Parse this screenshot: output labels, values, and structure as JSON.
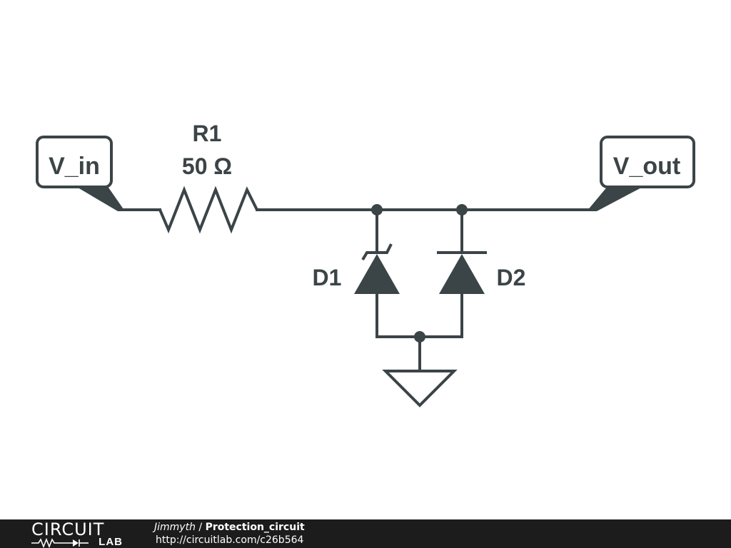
{
  "schematic": {
    "ports": {
      "input": "V_in",
      "output": "V_out"
    },
    "resistor": {
      "designator": "R1",
      "value": "50 Ω"
    },
    "diodes": [
      {
        "designator": "D1",
        "type": "zener"
      },
      {
        "designator": "D2",
        "type": "standard"
      }
    ],
    "ground_symbol": "ground-icon",
    "colors": {
      "ink": "#3b4447",
      "background": "#ffffff"
    }
  },
  "footer": {
    "brand_top": "CIRCUIT",
    "brand_bottom": "LAB",
    "author": "Jimmyth",
    "separator": " / ",
    "title": "Protection_circuit",
    "url": "http://circuitlab.com/c26b564",
    "background": "#1c1c1c"
  }
}
